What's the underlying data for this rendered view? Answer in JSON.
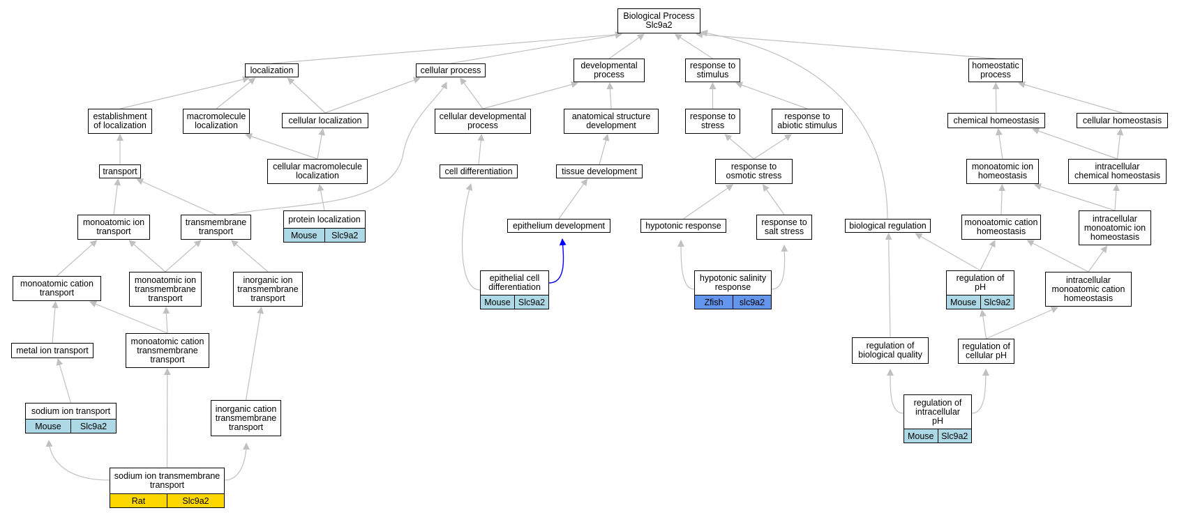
{
  "colors": {
    "edge": "#c0c0c0",
    "highlight_edge": "#0000ff",
    "mouse": "#add8e6",
    "rat": "#ffd700",
    "zfish": "#6495ed"
  },
  "nodes": [
    {
      "id": "bp",
      "label": "Biological Process\nSlc9a2"
    },
    {
      "id": "loc",
      "label": "localization"
    },
    {
      "id": "cp",
      "label": "cellular process"
    },
    {
      "id": "dp",
      "label": "developmental\nprocess"
    },
    {
      "id": "rts",
      "label": "response to\nstimulus"
    },
    {
      "id": "hp",
      "label": "homeostatic\nprocess"
    },
    {
      "id": "eol",
      "label": "establishment\nof localization"
    },
    {
      "id": "ml",
      "label": "macromolecule\nlocalization"
    },
    {
      "id": "cl",
      "label": "cellular localization"
    },
    {
      "id": "cdp",
      "label": "cellular developmental\nprocess"
    },
    {
      "id": "asd",
      "label": "anatomical structure\ndevelopment"
    },
    {
      "id": "rstr",
      "label": "response to\nstress"
    },
    {
      "id": "ras",
      "label": "response to\nabiotic stimulus"
    },
    {
      "id": "ch",
      "label": "chemical homeostasis"
    },
    {
      "id": "ceh",
      "label": "cellular homeostasis"
    },
    {
      "id": "tr",
      "label": "transport"
    },
    {
      "id": "cml",
      "label": "cellular macromolecule\nlocalization"
    },
    {
      "id": "cd",
      "label": "cell differentiation"
    },
    {
      "id": "td",
      "label": "tissue development"
    },
    {
      "id": "ros",
      "label": "response to\nosmotic stress"
    },
    {
      "id": "mih",
      "label": "monoatomic ion\nhomeostasis"
    },
    {
      "id": "ich",
      "label": "intracellular\nchemical homeostasis"
    },
    {
      "id": "mit",
      "label": "monoatomic ion\ntransport"
    },
    {
      "id": "tmt",
      "label": "transmembrane\ntransport"
    },
    {
      "id": "pl",
      "label": "protein localization",
      "ann": [
        "Mouse",
        "Slc9a2"
      ],
      "color": "mouse"
    },
    {
      "id": "ed",
      "label": "epithelium development"
    },
    {
      "id": "hr",
      "label": "hypotonic response"
    },
    {
      "id": "rss",
      "label": "response to\nsalt stress"
    },
    {
      "id": "br",
      "label": "biological regulation"
    },
    {
      "id": "mch",
      "label": "monoatomic cation\nhomeostasis"
    },
    {
      "id": "imih",
      "label": "intracellular\nmonoatomic ion\nhomeostasis"
    },
    {
      "id": "mct",
      "label": "monoatomic cation\ntransport"
    },
    {
      "id": "mitt",
      "label": "monoatomic ion\ntransmembrane\ntransport"
    },
    {
      "id": "iitt",
      "label": "inorganic ion\ntransmembrane\ntransport"
    },
    {
      "id": "ecd",
      "label": "epithelial cell\ndifferentiation",
      "ann": [
        "Mouse",
        "Slc9a2"
      ],
      "color": "mouse"
    },
    {
      "id": "hsr",
      "label": "hypotonic salinity\nresponse",
      "ann": [
        "Zfish",
        "slc9a2"
      ],
      "color": "zfish"
    },
    {
      "id": "rph",
      "label": "regulation of\npH",
      "ann": [
        "Mouse",
        "Slc9a2"
      ],
      "color": "mouse"
    },
    {
      "id": "imch",
      "label": "intracellular\nmonoatomic cation\nhomeostasis"
    },
    {
      "id": "mtt",
      "label": "metal ion transport"
    },
    {
      "id": "mctt",
      "label": "monoatomic cation\ntransmembrane\ntransport"
    },
    {
      "id": "rbq",
      "label": "regulation of\nbiological quality"
    },
    {
      "id": "rcph",
      "label": "regulation of\ncellular pH"
    },
    {
      "id": "sit",
      "label": "sodium ion transport",
      "ann": [
        "Mouse",
        "Slc9a2"
      ],
      "color": "mouse"
    },
    {
      "id": "ictt",
      "label": "inorganic cation\ntransmembrane\ntransport"
    },
    {
      "id": "riph",
      "label": "regulation of\nintracellular\npH",
      "ann": [
        "Mouse",
        "Slc9a2"
      ],
      "color": "mouse"
    },
    {
      "id": "sitt",
      "label": "sodium ion transmembrane\ntransport",
      "ann": [
        "Rat",
        "Slc9a2"
      ],
      "color": "rat"
    }
  ],
  "edges": [
    [
      "loc",
      "bp"
    ],
    [
      "cp",
      "bp"
    ],
    [
      "dp",
      "bp"
    ],
    [
      "rts",
      "bp"
    ],
    [
      "hp",
      "bp"
    ],
    [
      "br",
      "bp"
    ],
    [
      "eol",
      "loc"
    ],
    [
      "ml",
      "loc"
    ],
    [
      "cl",
      "loc"
    ],
    [
      "cl",
      "cp"
    ],
    [
      "cdp",
      "cp"
    ],
    [
      "tmt",
      "cp"
    ],
    [
      "cdp",
      "dp"
    ],
    [
      "asd",
      "dp"
    ],
    [
      "rstr",
      "rts"
    ],
    [
      "ras",
      "rts"
    ],
    [
      "ch",
      "hp"
    ],
    [
      "ceh",
      "hp"
    ],
    [
      "tr",
      "eol"
    ],
    [
      "cml",
      "ml"
    ],
    [
      "cml",
      "cl"
    ],
    [
      "cd",
      "cdp"
    ],
    [
      "td",
      "asd"
    ],
    [
      "ros",
      "rstr"
    ],
    [
      "ros",
      "ras"
    ],
    [
      "mih",
      "ch"
    ],
    [
      "ich",
      "ch"
    ],
    [
      "ich",
      "ceh"
    ],
    [
      "mit",
      "tr"
    ],
    [
      "tmt",
      "tr"
    ],
    [
      "pl",
      "cml"
    ],
    [
      "ecd",
      "cd"
    ],
    [
      "ed",
      "td"
    ],
    [
      "ecd",
      "ed"
    ],
    [
      "hr",
      "ros"
    ],
    [
      "rss",
      "ros"
    ],
    [
      "mch",
      "mih"
    ],
    [
      "imih",
      "mih"
    ],
    [
      "imih",
      "ich"
    ],
    [
      "mct",
      "mit"
    ],
    [
      "mitt",
      "mit"
    ],
    [
      "mitt",
      "tmt"
    ],
    [
      "iitt",
      "tmt"
    ],
    [
      "hsr",
      "hr"
    ],
    [
      "hsr",
      "rss"
    ],
    [
      "rph",
      "br"
    ],
    [
      "rbq",
      "br"
    ],
    [
      "rph",
      "mch"
    ],
    [
      "imch",
      "mch"
    ],
    [
      "imch",
      "imih"
    ],
    [
      "mtt",
      "mct"
    ],
    [
      "mctt",
      "mct"
    ],
    [
      "mctt",
      "mitt"
    ],
    [
      "ictt",
      "iitt"
    ],
    [
      "rcph",
      "rph"
    ],
    [
      "rcph",
      "imch"
    ],
    [
      "sit",
      "mtt"
    ],
    [
      "riph",
      "rbq"
    ],
    [
      "riph",
      "rcph"
    ],
    [
      "sitt",
      "sit"
    ],
    [
      "sitt",
      "mctt"
    ],
    [
      "sitt",
      "ictt"
    ]
  ],
  "highlight_edges": [
    [
      "ecd",
      "ed"
    ]
  ]
}
